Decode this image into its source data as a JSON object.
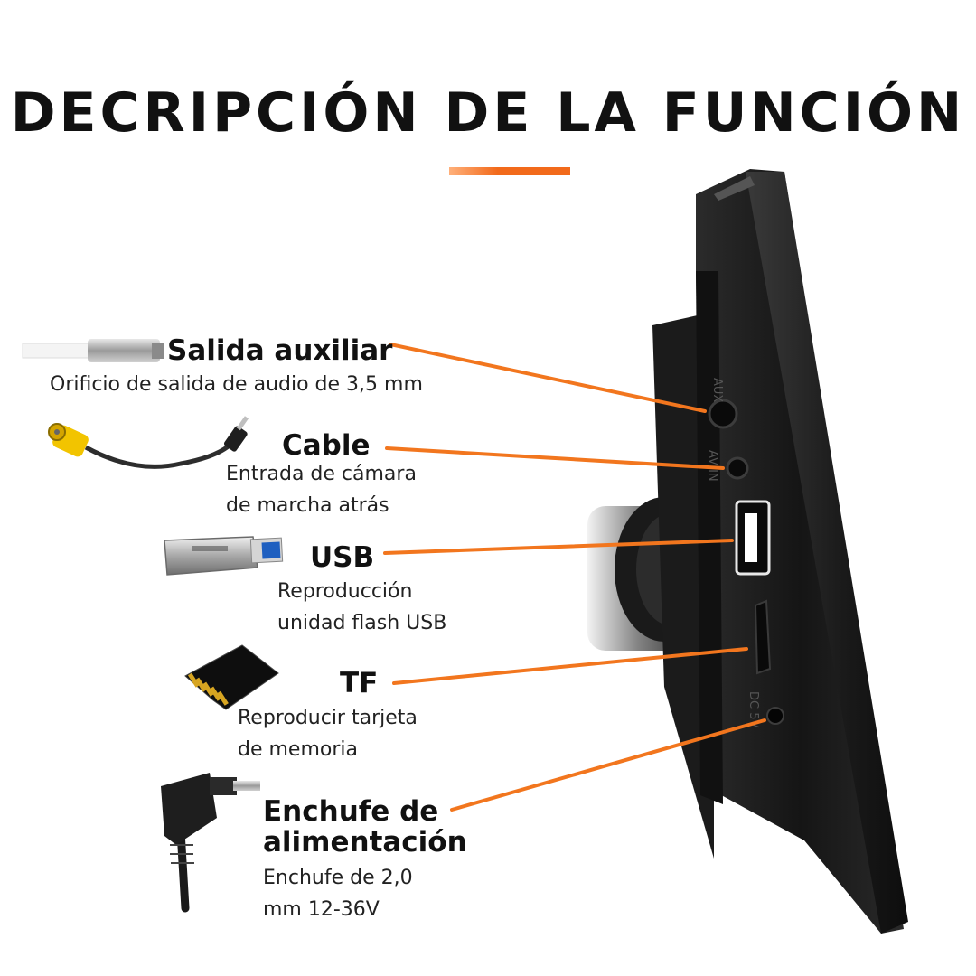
{
  "title": "DECRIPCIÓN DE LA FUNCIÓN",
  "colors": {
    "accent": "#f26a1b",
    "leader": "#f2761e",
    "device": "#1c1c1c",
    "text": "#111111"
  },
  "ports": [
    {
      "label": "Salida auxiliar",
      "desc_lines": [
        "Orificio de salida de audio de 3,5 mm"
      ],
      "icon": "aux-cable-icon"
    },
    {
      "label": "Cable",
      "desc_lines": [
        "Entrada de cámara",
        "de marcha atrás"
      ],
      "icon": "rca-cable-icon"
    },
    {
      "label": "USB",
      "desc_lines": [
        "Reproducción",
        "unidad flash USB"
      ],
      "icon": "usb-drive-icon"
    },
    {
      "label": "TF",
      "desc_lines": [
        "Reproducir tarjeta",
        "de memoria"
      ],
      "icon": "sd-card-icon"
    },
    {
      "label_lines": [
        "Enchufe de",
        "alimentación"
      ],
      "desc_lines": [
        "Enchufe de 2,0",
        "mm 12-36V"
      ],
      "icon": "dc-plug-icon"
    }
  ],
  "device_markings": [
    "AUX",
    "AV IN",
    "DC 5V"
  ]
}
